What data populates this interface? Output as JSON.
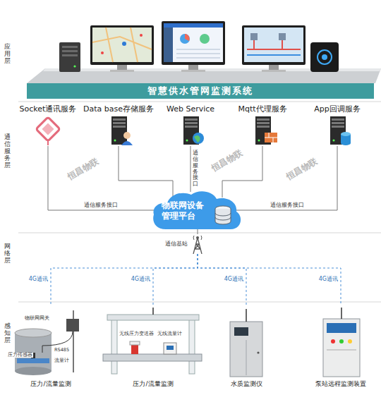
{
  "diagram": {
    "nodes": [
      {
        "text": [
          "智慧供水管网监测系统"
        ]
      },
      {
        "text": [
          "Socket通讯服务"
        ]
      },
      {
        "text": [
          "Data base存储服务"
        ]
      },
      {
        "text": [
          "Web Service"
        ]
      },
      {
        "text": [
          "Mqtt代理服务"
        ]
      },
      {
        "text": [
          "App回调服务"
        ]
      },
      {
        "text": [
          "物联网设备管理平台"
        ]
      },
      {
        "text": [
          "通信基站"
        ]
      },
      {
        "text": [
          "压力/流量监测"
        ]
      },
      {
        "text": [
          "压力/流量监测"
        ]
      },
      {
        "text": [
          "水质监测仪"
        ]
      },
      {
        "text": [
          "泵站远程监测装置"
        ]
      }
    ],
    "edges": [
      {
        "from": 1,
        "to": 6,
        "arrow": "none",
        "label": "通信服务接口"
      },
      {
        "from": 2,
        "to": 6,
        "arrow": "none"
      },
      {
        "from": 3,
        "to": 6,
        "arrow": "none",
        "label": "通信服务接口"
      },
      {
        "from": 4,
        "to": 6,
        "arrow": "none"
      },
      {
        "from": 5,
        "to": 6,
        "arrow": "none",
        "label": "通信服务接口"
      },
      {
        "from": 6,
        "to": 7,
        "arrow": "none"
      },
      {
        "from": 7,
        "to": 8,
        "arrow": "none",
        "label": "4G通讯"
      },
      {
        "from": 7,
        "to": 9,
        "arrow": "none",
        "label": "4G通讯"
      },
      {
        "from": 7,
        "to": 10,
        "arrow": "none",
        "label": "4G通讯"
      },
      {
        "from": 7,
        "to": 11,
        "arrow": "none",
        "label": "4G通讯"
      }
    ],
    "labels": [
      "应用层",
      "通信服务层",
      "网络层",
      "感知层",
      "恒昌物联",
      "恒昌物联",
      "恒昌物联",
      "物联网网关",
      "RS485",
      "压力传感器",
      "流量计",
      "无线压力变送器",
      "无线流量计"
    ]
  }
}
